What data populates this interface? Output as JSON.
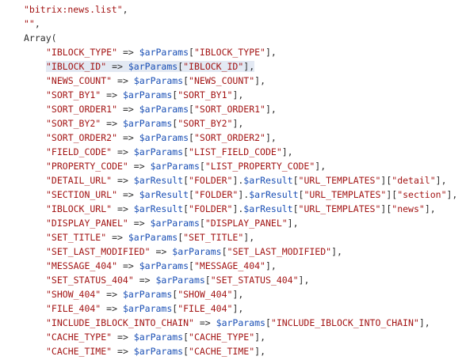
{
  "lines": [
    {
      "indent": 30,
      "tokens": [
        {
          "t": "\"bitrix:news.list\"",
          "c": "str"
        },
        {
          "t": ",",
          "c": "punc"
        }
      ]
    },
    {
      "indent": 30,
      "tokens": [
        {
          "t": "\"\"",
          "c": "str"
        },
        {
          "t": ",",
          "c": "punc"
        }
      ]
    },
    {
      "indent": 30,
      "tokens": [
        {
          "t": "Array(",
          "c": "punc"
        }
      ]
    },
    {
      "indent": 58,
      "tokens": [
        {
          "t": "\"IBLOCK_TYPE\"",
          "c": "str"
        },
        {
          "t": " => ",
          "c": "punc"
        },
        {
          "t": "$arParams",
          "c": "var"
        },
        {
          "t": "[",
          "c": "punc"
        },
        {
          "t": "\"IBLOCK_TYPE\"",
          "c": "str"
        },
        {
          "t": "],",
          "c": "punc"
        }
      ]
    },
    {
      "indent": 58,
      "highlight": true,
      "tokens": [
        {
          "t": "\"IBLOCK_ID\"",
          "c": "str"
        },
        {
          "t": " => ",
          "c": "punc"
        },
        {
          "t": "$arParams",
          "c": "var"
        },
        {
          "t": "[",
          "c": "punc"
        },
        {
          "t": "\"IBLOCK_ID\"",
          "c": "str"
        },
        {
          "t": "],",
          "c": "punc"
        }
      ]
    },
    {
      "indent": 58,
      "tokens": [
        {
          "t": "\"NEWS_COUNT\"",
          "c": "str"
        },
        {
          "t": " => ",
          "c": "punc"
        },
        {
          "t": "$arParams",
          "c": "var"
        },
        {
          "t": "[",
          "c": "punc"
        },
        {
          "t": "\"NEWS_COUNT\"",
          "c": "str"
        },
        {
          "t": "],",
          "c": "punc"
        }
      ]
    },
    {
      "indent": 58,
      "tokens": [
        {
          "t": "\"SORT_BY1\"",
          "c": "str"
        },
        {
          "t": " => ",
          "c": "punc"
        },
        {
          "t": "$arParams",
          "c": "var"
        },
        {
          "t": "[",
          "c": "punc"
        },
        {
          "t": "\"SORT_BY1\"",
          "c": "str"
        },
        {
          "t": "],",
          "c": "punc"
        }
      ]
    },
    {
      "indent": 58,
      "tokens": [
        {
          "t": "\"SORT_ORDER1\"",
          "c": "str"
        },
        {
          "t": " => ",
          "c": "punc"
        },
        {
          "t": "$arParams",
          "c": "var"
        },
        {
          "t": "[",
          "c": "punc"
        },
        {
          "t": "\"SORT_ORDER1\"",
          "c": "str"
        },
        {
          "t": "],",
          "c": "punc"
        }
      ]
    },
    {
      "indent": 58,
      "tokens": [
        {
          "t": "\"SORT_BY2\"",
          "c": "str"
        },
        {
          "t": " => ",
          "c": "punc"
        },
        {
          "t": "$arParams",
          "c": "var"
        },
        {
          "t": "[",
          "c": "punc"
        },
        {
          "t": "\"SORT_BY2\"",
          "c": "str"
        },
        {
          "t": "],",
          "c": "punc"
        }
      ]
    },
    {
      "indent": 58,
      "tokens": [
        {
          "t": "\"SORT_ORDER2\"",
          "c": "str"
        },
        {
          "t": " => ",
          "c": "punc"
        },
        {
          "t": "$arParams",
          "c": "var"
        },
        {
          "t": "[",
          "c": "punc"
        },
        {
          "t": "\"SORT_ORDER2\"",
          "c": "str"
        },
        {
          "t": "],",
          "c": "punc"
        }
      ]
    },
    {
      "indent": 58,
      "tokens": [
        {
          "t": "\"FIELD_CODE\"",
          "c": "str"
        },
        {
          "t": " => ",
          "c": "punc"
        },
        {
          "t": "$arParams",
          "c": "var"
        },
        {
          "t": "[",
          "c": "punc"
        },
        {
          "t": "\"LIST_FIELD_CODE\"",
          "c": "str"
        },
        {
          "t": "],",
          "c": "punc"
        }
      ]
    },
    {
      "indent": 58,
      "tokens": [
        {
          "t": "\"PROPERTY_CODE\"",
          "c": "str"
        },
        {
          "t": " => ",
          "c": "punc"
        },
        {
          "t": "$arParams",
          "c": "var"
        },
        {
          "t": "[",
          "c": "punc"
        },
        {
          "t": "\"LIST_PROPERTY_CODE\"",
          "c": "str"
        },
        {
          "t": "],",
          "c": "punc"
        }
      ]
    },
    {
      "indent": 58,
      "tokens": [
        {
          "t": "\"DETAIL_URL\"",
          "c": "str"
        },
        {
          "t": " => ",
          "c": "punc"
        },
        {
          "t": "$arResult",
          "c": "var"
        },
        {
          "t": "[",
          "c": "punc"
        },
        {
          "t": "\"FOLDER\"",
          "c": "str"
        },
        {
          "t": "].",
          "c": "punc"
        },
        {
          "t": "$arResult",
          "c": "var"
        },
        {
          "t": "[",
          "c": "punc"
        },
        {
          "t": "\"URL_TEMPLATES\"",
          "c": "str"
        },
        {
          "t": "][",
          "c": "punc"
        },
        {
          "t": "\"detail\"",
          "c": "str"
        },
        {
          "t": "],",
          "c": "punc"
        }
      ]
    },
    {
      "indent": 58,
      "tokens": [
        {
          "t": "\"SECTION_URL\"",
          "c": "str"
        },
        {
          "t": " => ",
          "c": "punc"
        },
        {
          "t": "$arResult",
          "c": "var"
        },
        {
          "t": "[",
          "c": "punc"
        },
        {
          "t": "\"FOLDER\"",
          "c": "str"
        },
        {
          "t": "].",
          "c": "punc"
        },
        {
          "t": "$arResult",
          "c": "var"
        },
        {
          "t": "[",
          "c": "punc"
        },
        {
          "t": "\"URL_TEMPLATES\"",
          "c": "str"
        },
        {
          "t": "][",
          "c": "punc"
        },
        {
          "t": "\"section\"",
          "c": "str"
        },
        {
          "t": "],",
          "c": "punc"
        }
      ]
    },
    {
      "indent": 58,
      "tokens": [
        {
          "t": "\"IBLOCK_URL\"",
          "c": "str"
        },
        {
          "t": " => ",
          "c": "punc"
        },
        {
          "t": "$arResult",
          "c": "var"
        },
        {
          "t": "[",
          "c": "punc"
        },
        {
          "t": "\"FOLDER\"",
          "c": "str"
        },
        {
          "t": "].",
          "c": "punc"
        },
        {
          "t": "$arResult",
          "c": "var"
        },
        {
          "t": "[",
          "c": "punc"
        },
        {
          "t": "\"URL_TEMPLATES\"",
          "c": "str"
        },
        {
          "t": "][",
          "c": "punc"
        },
        {
          "t": "\"news\"",
          "c": "str"
        },
        {
          "t": "],",
          "c": "punc"
        }
      ]
    },
    {
      "indent": 58,
      "tokens": [
        {
          "t": "\"DISPLAY_PANEL\"",
          "c": "str"
        },
        {
          "t": " => ",
          "c": "punc"
        },
        {
          "t": "$arParams",
          "c": "var"
        },
        {
          "t": "[",
          "c": "punc"
        },
        {
          "t": "\"DISPLAY_PANEL\"",
          "c": "str"
        },
        {
          "t": "],",
          "c": "punc"
        }
      ]
    },
    {
      "indent": 58,
      "tokens": [
        {
          "t": "\"SET_TITLE\"",
          "c": "str"
        },
        {
          "t": " => ",
          "c": "punc"
        },
        {
          "t": "$arParams",
          "c": "var"
        },
        {
          "t": "[",
          "c": "punc"
        },
        {
          "t": "\"SET_TITLE\"",
          "c": "str"
        },
        {
          "t": "],",
          "c": "punc"
        }
      ]
    },
    {
      "indent": 58,
      "tokens": [
        {
          "t": "\"SET_LAST_MODIFIED\"",
          "c": "str"
        },
        {
          "t": " => ",
          "c": "punc"
        },
        {
          "t": "$arParams",
          "c": "var"
        },
        {
          "t": "[",
          "c": "punc"
        },
        {
          "t": "\"SET_LAST_MODIFIED\"",
          "c": "str"
        },
        {
          "t": "],",
          "c": "punc"
        }
      ]
    },
    {
      "indent": 58,
      "tokens": [
        {
          "t": "\"MESSAGE_404\"",
          "c": "str"
        },
        {
          "t": " => ",
          "c": "punc"
        },
        {
          "t": "$arParams",
          "c": "var"
        },
        {
          "t": "[",
          "c": "punc"
        },
        {
          "t": "\"MESSAGE_404\"",
          "c": "str"
        },
        {
          "t": "],",
          "c": "punc"
        }
      ]
    },
    {
      "indent": 58,
      "tokens": [
        {
          "t": "\"SET_STATUS_404\"",
          "c": "str"
        },
        {
          "t": " => ",
          "c": "punc"
        },
        {
          "t": "$arParams",
          "c": "var"
        },
        {
          "t": "[",
          "c": "punc"
        },
        {
          "t": "\"SET_STATUS_404\"",
          "c": "str"
        },
        {
          "t": "],",
          "c": "punc"
        }
      ]
    },
    {
      "indent": 58,
      "tokens": [
        {
          "t": "\"SHOW_404\"",
          "c": "str"
        },
        {
          "t": " => ",
          "c": "punc"
        },
        {
          "t": "$arParams",
          "c": "var"
        },
        {
          "t": "[",
          "c": "punc"
        },
        {
          "t": "\"SHOW_404\"",
          "c": "str"
        },
        {
          "t": "],",
          "c": "punc"
        }
      ]
    },
    {
      "indent": 58,
      "tokens": [
        {
          "t": "\"FILE_404\"",
          "c": "str"
        },
        {
          "t": " => ",
          "c": "punc"
        },
        {
          "t": "$arParams",
          "c": "var"
        },
        {
          "t": "[",
          "c": "punc"
        },
        {
          "t": "\"FILE_404\"",
          "c": "str"
        },
        {
          "t": "],",
          "c": "punc"
        }
      ]
    },
    {
      "indent": 58,
      "tokens": [
        {
          "t": "\"INCLUDE_IBLOCK_INTO_CHAIN\"",
          "c": "str"
        },
        {
          "t": " => ",
          "c": "punc"
        },
        {
          "t": "$arParams",
          "c": "var"
        },
        {
          "t": "[",
          "c": "punc"
        },
        {
          "t": "\"INCLUDE_IBLOCK_INTO_CHAIN\"",
          "c": "str"
        },
        {
          "t": "],",
          "c": "punc"
        }
      ]
    },
    {
      "indent": 58,
      "tokens": [
        {
          "t": "\"CACHE_TYPE\"",
          "c": "str"
        },
        {
          "t": " => ",
          "c": "punc"
        },
        {
          "t": "$arParams",
          "c": "var"
        },
        {
          "t": "[",
          "c": "punc"
        },
        {
          "t": "\"CACHE_TYPE\"",
          "c": "str"
        },
        {
          "t": "],",
          "c": "punc"
        }
      ]
    },
    {
      "indent": 58,
      "tokens": [
        {
          "t": "\"CACHE_TIME\"",
          "c": "str"
        },
        {
          "t": " => ",
          "c": "punc"
        },
        {
          "t": "$arParams",
          "c": "var"
        },
        {
          "t": "[",
          "c": "punc"
        },
        {
          "t": "\"CACHE_TIME\"",
          "c": "str"
        },
        {
          "t": "],",
          "c": "punc"
        }
      ]
    }
  ]
}
